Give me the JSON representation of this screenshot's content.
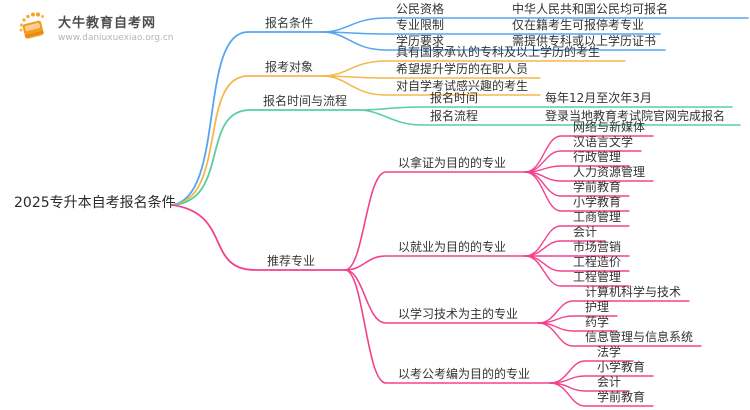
{
  "logo": {
    "title": "大牛教育自考网",
    "url": "www.daniuxuexiao.org.cn",
    "icon": "orange-book-icon"
  },
  "root": {
    "label": "2025专升本自考报名条件"
  },
  "colors": {
    "branch_blue": "#55a5f0",
    "branch_orange": "#f7b64e",
    "branch_green": "#56cfa2",
    "branch_pink": "#f2428c",
    "text": "#333333",
    "logo_orange": "#f59b22"
  },
  "branches": [
    {
      "label": "报名条件",
      "color": "#55a5f0",
      "children": [
        {
          "label": "公民资格",
          "value": "中华人民共和国公民均可报名"
        },
        {
          "label": "专业限制",
          "value": "仅在籍考生可报停考专业"
        },
        {
          "label": "学历要求",
          "value": "需提供专科或以上学历证书"
        }
      ]
    },
    {
      "label": "报考对象",
      "color": "#f7b64e",
      "children": [
        {
          "label": "具有国家承认的专科及以上学历的考生"
        },
        {
          "label": "希望提升学历的在职人员"
        },
        {
          "label": "对自学考试感兴趣的考生"
        }
      ]
    },
    {
      "label": "报名时间与流程",
      "color": "#56cfa2",
      "children": [
        {
          "label": "报名时间",
          "value": "每年12月至次年3月"
        },
        {
          "label": "报名流程",
          "value": "登录当地教育考试院官网完成报名"
        }
      ]
    },
    {
      "label": "推荐专业",
      "color": "#f2428c",
      "children": [
        {
          "label": "以拿证为目的的专业",
          "children": [
            "网络与新媒体",
            "汉语言文学",
            "行政管理",
            "人力资源管理",
            "学前教育",
            "小学教育"
          ]
        },
        {
          "label": "以就业为目的的专业",
          "children": [
            "工商管理",
            "会计",
            "市场营销",
            "工程造价",
            "工程管理"
          ]
        },
        {
          "label": "以学习技术为主的专业",
          "children": [
            "计算机科学与技术",
            "护理",
            "药学",
            "信息管理与信息系统"
          ]
        },
        {
          "label": "以考公考编为目的的专业",
          "children": [
            "法学",
            "小学教育",
            "会计",
            "学前教育"
          ]
        }
      ]
    }
  ]
}
